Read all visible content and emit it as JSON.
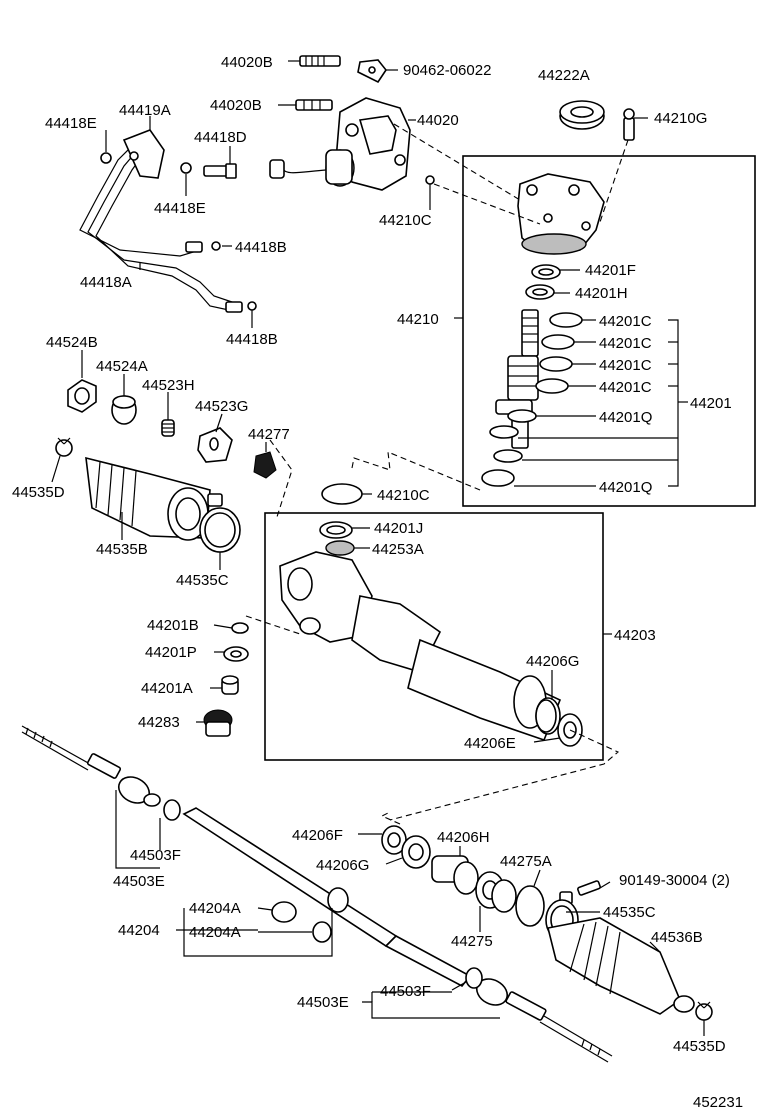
{
  "diagram_id": "452231",
  "labels": [
    {
      "key": "l01",
      "text": "44020B"
    },
    {
      "key": "l02",
      "text": "90462-06022"
    },
    {
      "key": "l03",
      "text": "44222A"
    },
    {
      "key": "l04",
      "text": "44020B"
    },
    {
      "key": "l05",
      "text": "44020"
    },
    {
      "key": "l06",
      "text": "44210G"
    },
    {
      "key": "l07",
      "text": "44418E"
    },
    {
      "key": "l08",
      "text": "44419A"
    },
    {
      "key": "l09",
      "text": "44418D"
    },
    {
      "key": "l10",
      "text": "44418E"
    },
    {
      "key": "l11",
      "text": "44210C"
    },
    {
      "key": "l12",
      "text": "44418B"
    },
    {
      "key": "l13",
      "text": "44418A"
    },
    {
      "key": "l14",
      "text": "44201F"
    },
    {
      "key": "l15",
      "text": "44201H"
    },
    {
      "key": "l16",
      "text": "44210"
    },
    {
      "key": "l17",
      "text": "44418B"
    },
    {
      "key": "l18",
      "text": "44201C"
    },
    {
      "key": "l19",
      "text": "44201C"
    },
    {
      "key": "l20",
      "text": "44201C"
    },
    {
      "key": "l21",
      "text": "44201C"
    },
    {
      "key": "l22",
      "text": "44201"
    },
    {
      "key": "l23",
      "text": "44201Q"
    },
    {
      "key": "l24",
      "text": "44201Q"
    },
    {
      "key": "l25",
      "text": "44524B"
    },
    {
      "key": "l26",
      "text": "44524A"
    },
    {
      "key": "l27",
      "text": "44523H"
    },
    {
      "key": "l28",
      "text": "44523G"
    },
    {
      "key": "l29",
      "text": "44277"
    },
    {
      "key": "l30",
      "text": "44535D"
    },
    {
      "key": "l31",
      "text": "44210C"
    },
    {
      "key": "l32",
      "text": "44201J"
    },
    {
      "key": "l33",
      "text": "44535B"
    },
    {
      "key": "l34",
      "text": "44253A"
    },
    {
      "key": "l35",
      "text": "44535C"
    },
    {
      "key": "l36",
      "text": "44201B"
    },
    {
      "key": "l37",
      "text": "44203"
    },
    {
      "key": "l38",
      "text": "44201P"
    },
    {
      "key": "l39",
      "text": "44206G"
    },
    {
      "key": "l40",
      "text": "44201A"
    },
    {
      "key": "l41",
      "text": "44283"
    },
    {
      "key": "l42",
      "text": "44206E"
    },
    {
      "key": "l43",
      "text": "44206F"
    },
    {
      "key": "l44",
      "text": "44206H"
    },
    {
      "key": "l45",
      "text": "44503F"
    },
    {
      "key": "l46",
      "text": "44206G"
    },
    {
      "key": "l47",
      "text": "44275A"
    },
    {
      "key": "l48",
      "text": "44503E"
    },
    {
      "key": "l49",
      "text": "90149-30004 (2)"
    },
    {
      "key": "l50",
      "text": "44204A"
    },
    {
      "key": "l51",
      "text": "44535C"
    },
    {
      "key": "l52",
      "text": "44204"
    },
    {
      "key": "l53",
      "text": "44204A"
    },
    {
      "key": "l54",
      "text": "44275"
    },
    {
      "key": "l55",
      "text": "44536B"
    },
    {
      "key": "l56",
      "text": "44503F"
    },
    {
      "key": "l57",
      "text": "44503E"
    },
    {
      "key": "l58",
      "text": "44535D"
    },
    {
      "key": "l59",
      "text": "452231"
    }
  ]
}
